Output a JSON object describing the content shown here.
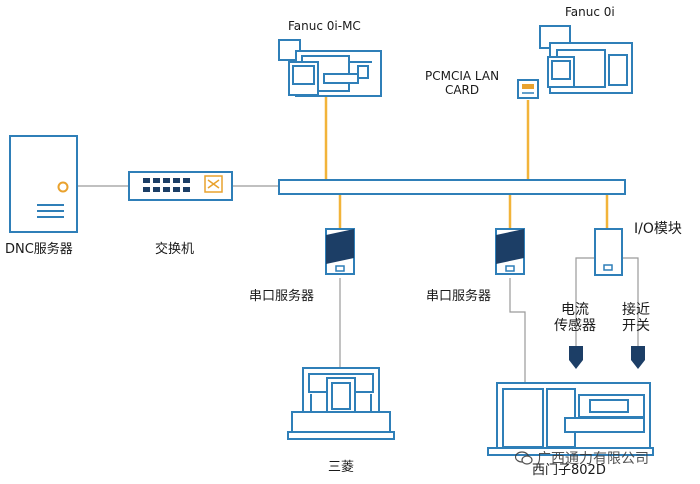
{
  "labels": {
    "dnc_server": "DNC服务器",
    "switch": "交换机",
    "fanuc_mc": "Fanuc 0i-MC",
    "fanuc_0i": "Fanuc 0i",
    "pcmcia_card": "PCMCIA LAN\nCARD",
    "serial_server_left": "串口服务器",
    "serial_server_right": "串口服务器",
    "io_module": "I/O模块",
    "current_sensor": "电流\n传感器",
    "proximity_switch": "接近\n开关",
    "mitsubishi": "三菱",
    "siemens": "西门子802D"
  },
  "watermark": "广西通力有限公司",
  "colors": {
    "outline": "#2f7fb8",
    "dark_blue": "#1c3e66",
    "ethernet_yellow": "#f2b43a",
    "serial_gray": "#9a9a9a",
    "dnc_accent": "#e9a22e"
  }
}
